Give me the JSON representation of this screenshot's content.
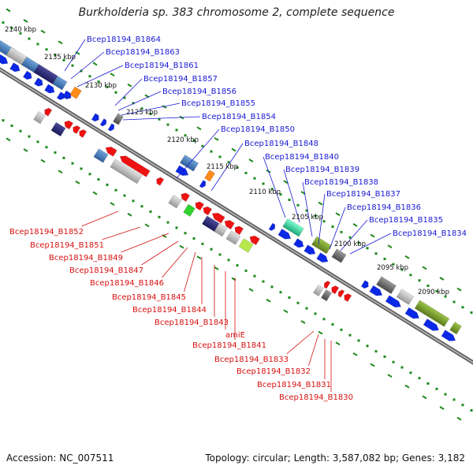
{
  "title": "Burkholderia sp. 383 chromosome 2, complete sequence",
  "footer": {
    "accession": "Accession: NC_007511",
    "topology": "Topology: circular; Length: 3,587,082 bp; Genes: 3,182"
  },
  "colors": {
    "forward_cds": "#0a28e6",
    "reverse_cds": "#ee1111",
    "forward_label": "#1a1ad4",
    "reverse_label": "#d81010",
    "backbone": "#777777",
    "tick_dots": "#1e8a1e"
  },
  "scale_labels": [
    "2140 kbp",
    "2135 kbp",
    "2130 kbp",
    "2125 kbp",
    "2120 kbp",
    "2115 kbp",
    "2110 kbp",
    "2105 kbp",
    "2100 kbp",
    "2095 kbp",
    "2090 kbp"
  ],
  "forward_labels": [
    "Bcep18194_B1864",
    "Bcep18194_B1863",
    "Bcep18194_B1861",
    "Bcep18194_B1857",
    "Bcep18194_B1856",
    "Bcep18194_B1855",
    "Bcep18194_B1854",
    "Bcep18194_B1850",
    "Bcep18194_B1848",
    "Bcep18194_B1840",
    "Bcep18194_B1839",
    "Bcep18194_B1838",
    "Bcep18194_B1837",
    "Bcep18194_B1836",
    "Bcep18194_B1835",
    "Bcep18194_B1834"
  ],
  "reverse_labels": [
    "Bcep18194_B1852",
    "Bcep18194_B1851",
    "Bcep18194_B1849",
    "Bcep18194_B1847",
    "Bcep18194_B1846",
    "Bcep18194_B1845",
    "Bcep18194_B1844",
    "Bcep18194_B1843",
    "amiE",
    "Bcep18194_B1841",
    "Bcep18194_B1833",
    "Bcep18194_B1832",
    "Bcep18194_B1831",
    "Bcep18194_B1830"
  ]
}
